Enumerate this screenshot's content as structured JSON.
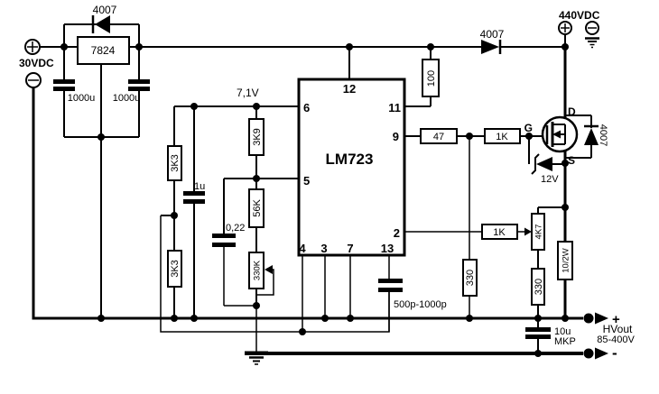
{
  "colors": {
    "line": "#000000",
    "background": "#ffffff"
  },
  "source_30v": {
    "label": "30VDC"
  },
  "regulator": {
    "value": "7824",
    "diode": "4007",
    "cap_left": "1000u",
    "cap_right": "1000u"
  },
  "ic": {
    "name": "LM723",
    "ref_voltage": "7,1V",
    "pins": {
      "p2": "2",
      "p3": "3",
      "p4": "4",
      "p5": "5",
      "p6": "6",
      "p7": "7",
      "p9": "9",
      "p11": "11",
      "p12": "12",
      "p13": "13"
    }
  },
  "resistors": {
    "r100": "100",
    "r47": "47",
    "r1k_gate": "1K",
    "r1k_wiper": "1K",
    "r3k3_upper": "3K3",
    "r3k3_lower": "3K3",
    "r3k9": "3K9",
    "r56k": "56K",
    "pot_330k": "330K",
    "pot_4k7": "4K7",
    "r330_sense": "330",
    "r330_out": "330",
    "r10_2w": "10/2W"
  },
  "capacitors": {
    "c1u": "1u",
    "c022": "0,22",
    "c500p": "500p-1000p",
    "c10u": "10u",
    "c10u_type": "MKP"
  },
  "hv_input": {
    "label": "440VDC",
    "diode": "4007"
  },
  "mosfet": {
    "drain": "D",
    "gate": "G",
    "source": "S",
    "body_diode": "4007",
    "zener": "12V"
  },
  "output": {
    "plus": "+",
    "minus": "-",
    "name": "HVout",
    "range": "85-400V"
  }
}
